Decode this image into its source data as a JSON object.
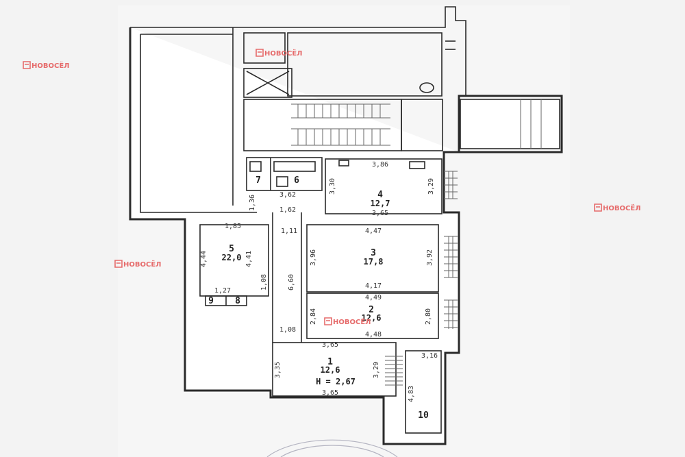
{
  "watermark": {
    "brand": "НОВОСЁЛ"
  },
  "rooms": [
    {
      "number": "1",
      "area": "12,6",
      "height_label": "H = 2,67"
    },
    {
      "number": "2",
      "area": "12,6"
    },
    {
      "number": "3",
      "area": "17,8"
    },
    {
      "number": "4",
      "area": "12,7"
    },
    {
      "number": "5",
      "area": "22,0"
    },
    {
      "number": "6"
    },
    {
      "number": "7"
    },
    {
      "number": "8"
    },
    {
      "number": "9"
    },
    {
      "number": "10"
    }
  ],
  "dimensions": {
    "r4_top": "3,86",
    "r4_bottom": "3,65",
    "r4_left": "3,30",
    "r4_right": "3,29",
    "r3_top": "4,47",
    "r3_bottom": "4,17",
    "r3_left": "3,96",
    "r3_right": "3,92",
    "r2_top": "4,49",
    "r2_bottom": "4,48",
    "r2_left": "2,84",
    "r2_right": "2,80",
    "r1_top": "3,65",
    "r1_bottom": "3,65",
    "r1_left": "3,35",
    "r1_right": "3,29",
    "r5_top": "1,85",
    "r5_left": "4,44",
    "r5_right": "4,41",
    "r5_bottom": "1,27",
    "r7_bottom": "1,36",
    "r6_bottom": "3,62",
    "corr_a": "1,62",
    "corr_b": "1,11",
    "corr_c": "1,08",
    "corr_d": "1,08",
    "corr_e": "6,60",
    "r10_top": "3,16",
    "r10_side": "4,83"
  }
}
